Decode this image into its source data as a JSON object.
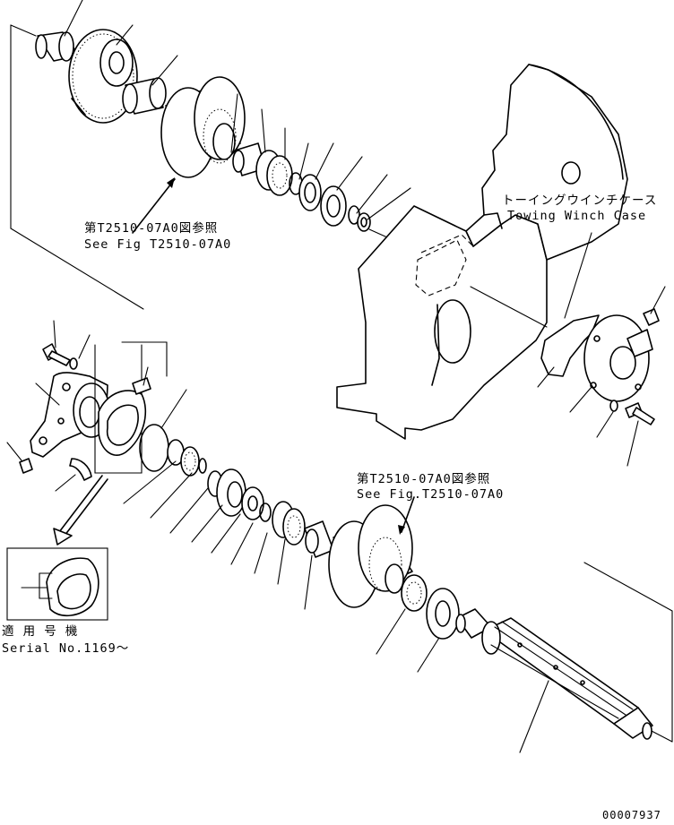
{
  "labels": {
    "ref_top_jp": "第T2510-07A0図参照",
    "ref_top_en": "See Fig T2510-07A0",
    "ref_mid_jp": "第T2510-07A0図参照",
    "ref_mid_en": "See Fig.T2510-07A0",
    "case_jp": "トーイングウインチケース",
    "case_en": "Towing Winch Case",
    "serial_jp": "適 用 号 機",
    "serial_en": "Serial No.1169～",
    "drawing_no": "00007937"
  }
}
